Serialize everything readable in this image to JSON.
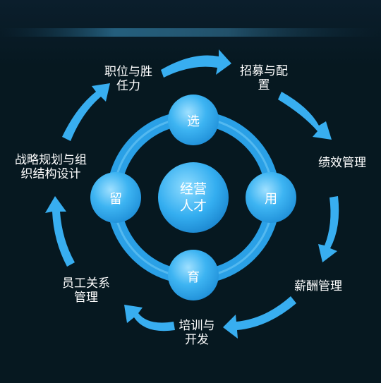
{
  "center": {
    "text": "经营\n人才"
  },
  "inner_nodes": {
    "top": "选",
    "right": "用",
    "bottom": "育",
    "left": "留"
  },
  "outer_steps": [
    {
      "id": "recruit",
      "text": "招募与配\n置"
    },
    {
      "id": "performance",
      "text": "绩效管理"
    },
    {
      "id": "compensation",
      "text": "薪酬管理"
    },
    {
      "id": "training",
      "text": "培训与\n开发"
    },
    {
      "id": "relations",
      "text": "员工关系\n管理"
    },
    {
      "id": "strategy",
      "text": "战略规划与组\n织结构设计"
    },
    {
      "id": "competency",
      "text": "职位与胜\n任力"
    }
  ],
  "colors": {
    "background": "#061820",
    "accent": "#2aa8ee",
    "accent_light": "#7fd4ff",
    "text": "#ffffff"
  }
}
